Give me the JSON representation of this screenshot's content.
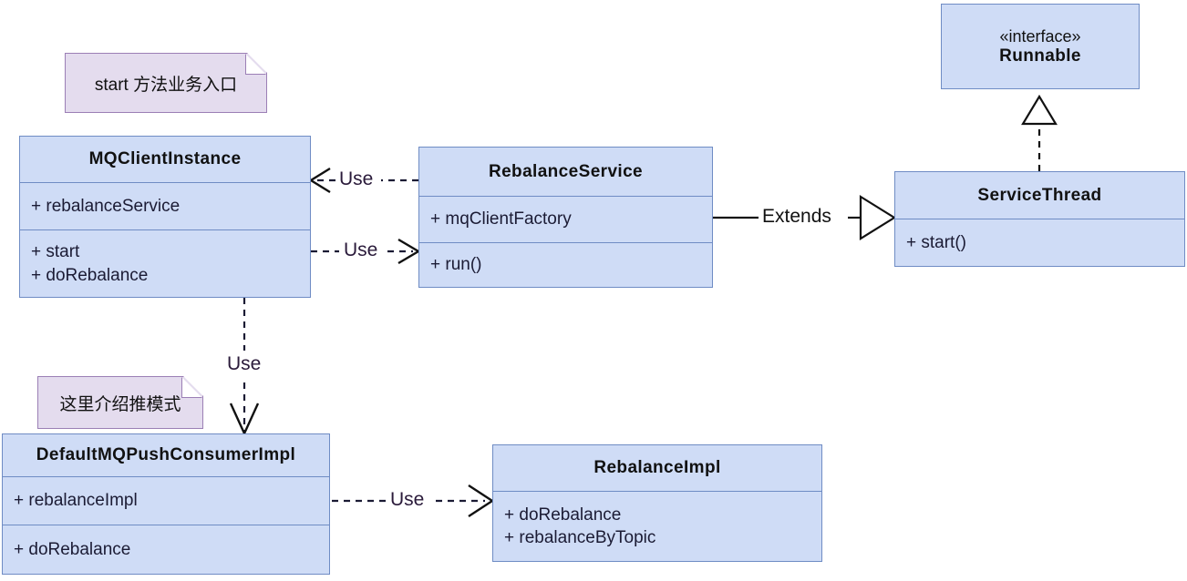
{
  "diagram": {
    "title": "RocketMQ Rebalance UML class diagram",
    "colors": {
      "class_fill": "#cfdcf6",
      "class_border": "#6f8cc4",
      "note_fill": "#e4dcee",
      "note_border": "#9b7fb5",
      "label_text": "#2a1a3a",
      "line": "#111111",
      "background": "#ffffff"
    },
    "classes": [
      {
        "id": "mqclientinstance",
        "name": "MQClientInstance",
        "attributes": [
          "+ rebalanceService"
        ],
        "methods": [
          "+ start",
          "+ doRebalance"
        ]
      },
      {
        "id": "rebalanceservice",
        "name": "RebalanceService",
        "attributes": [
          "+ mqClientFactory"
        ],
        "methods": [
          "+ run()"
        ]
      },
      {
        "id": "runnable",
        "stereotype": "«interface»",
        "name": "Runnable",
        "attributes": [],
        "methods": []
      },
      {
        "id": "servicethread",
        "name": "ServiceThread",
        "attributes": [],
        "methods": [
          "+ start()"
        ]
      },
      {
        "id": "defaultmqpushconsumerimpl",
        "name": "DefaultMQPushConsumerImpl",
        "attributes": [
          "+ rebalanceImpl"
        ],
        "methods": [
          "+ doRebalance"
        ]
      },
      {
        "id": "rebalanceimpl",
        "name": "RebalanceImpl",
        "attributes": [],
        "methods": [
          "+ doRebalance",
          "+ rebalanceByTopic"
        ]
      }
    ],
    "notes": [
      {
        "id": "note-start-entry",
        "text": "start 方法业务入口"
      },
      {
        "id": "note-push-mode",
        "text": "这里介绍推模式"
      }
    ],
    "relations": [
      {
        "id": "rebalanceservice-uses-mqclientinstance",
        "label": "Use",
        "from": "RebalanceService",
        "to": "MQClientInstance",
        "style": "dashed",
        "arrow": "open"
      },
      {
        "id": "mqclientinstance-uses-rebalanceservice",
        "label": "Use",
        "from": "MQClientInstance",
        "to": "RebalanceService",
        "style": "dashed",
        "arrow": "open"
      },
      {
        "id": "rebalanceservice-extends-servicethread",
        "label": "Extends",
        "from": "RebalanceService",
        "to": "ServiceThread",
        "style": "solid",
        "arrow": "hollow-triangle"
      },
      {
        "id": "servicethread-implements-runnable",
        "label": "",
        "from": "ServiceThread",
        "to": "Runnable",
        "style": "dashed",
        "arrow": "hollow-triangle"
      },
      {
        "id": "mqclientinstance-uses-defaultmqpushconsumerimpl",
        "label": "Use",
        "from": "MQClientInstance",
        "to": "DefaultMQPushConsumerImpl",
        "style": "dashed",
        "arrow": "open"
      },
      {
        "id": "defaultmqpushconsumerimpl-uses-rebalanceimpl",
        "label": "Use",
        "from": "DefaultMQPushConsumerImpl",
        "to": "RebalanceImpl",
        "style": "dashed",
        "arrow": "open"
      }
    ]
  }
}
